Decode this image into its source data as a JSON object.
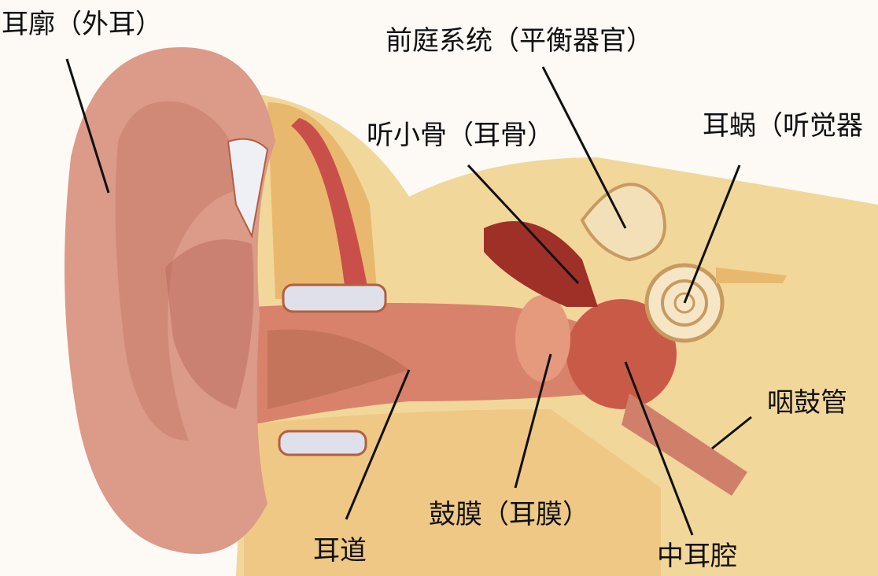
{
  "labels": {
    "auricle": "耳廓（外耳）",
    "vestibular": "前庭系统（平衡器官）",
    "ossicles": "听小骨（耳骨）",
    "cochlea": "耳蜗（听觉器",
    "eustachian": "咽鼓管",
    "eardrum": "鼓膜（耳膜）",
    "ear_canal": "耳道",
    "middle_ear": "中耳腔"
  }
}
